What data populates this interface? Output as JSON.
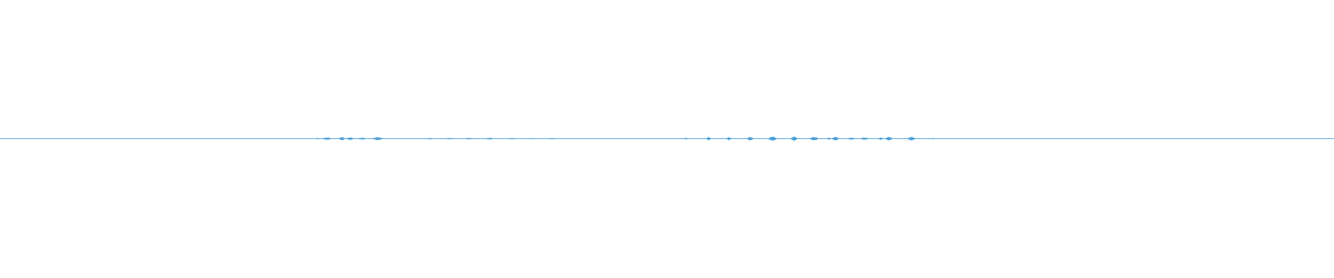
{
  "waveform": {
    "color": "#4a9fd8",
    "background": "#ffffff",
    "baseline_amplitude": 0.04,
    "bursts": [
      {
        "t": 0.03,
        "amp": 0.5,
        "spread": 0.004
      },
      {
        "t": 0.145,
        "amp": 0.4,
        "spread": 0.003
      },
      {
        "t": 0.16,
        "amp": 0.5,
        "spread": 0.0035
      },
      {
        "t": 0.176,
        "amp": 0.6,
        "spread": 0.003
      },
      {
        "t": 0.185,
        "amp": 0.4,
        "spread": 0.003
      },
      {
        "t": 0.205,
        "amp": 0.6,
        "spread": 0.003
      },
      {
        "t": 0.223,
        "amp": 0.6,
        "spread": 0.002
      },
      {
        "t": 0.238,
        "amp": 1.1,
        "spread": 0.0015
      },
      {
        "t": 0.245,
        "amp": 1.9,
        "spread": 0.003
      },
      {
        "t": 0.256,
        "amp": 2.5,
        "spread": 0.002
      },
      {
        "t": 0.262,
        "amp": 1.9,
        "spread": 0.0025
      },
      {
        "t": 0.271,
        "amp": 1.6,
        "spread": 0.003
      },
      {
        "t": 0.283,
        "amp": 2.8,
        "spread": 0.003
      },
      {
        "t": 0.322,
        "amp": 0.9,
        "spread": 0.003
      },
      {
        "t": 0.337,
        "amp": 1.1,
        "spread": 0.0035
      },
      {
        "t": 0.351,
        "amp": 1.2,
        "spread": 0.0035
      },
      {
        "t": 0.367,
        "amp": 1.2,
        "spread": 0.0035
      },
      {
        "t": 0.383,
        "amp": 1.1,
        "spread": 0.0035
      },
      {
        "t": 0.398,
        "amp": 0.9,
        "spread": 0.0025
      },
      {
        "t": 0.414,
        "amp": 0.9,
        "spread": 0.003
      },
      {
        "t": 0.438,
        "amp": 0.5,
        "spread": 0.008
      },
      {
        "t": 0.457,
        "amp": 0.5,
        "spread": 0.004
      },
      {
        "t": 0.484,
        "amp": 0.4,
        "spread": 0.002
      },
      {
        "t": 0.514,
        "amp": 1.2,
        "spread": 0.0015
      },
      {
        "t": 0.531,
        "amp": 2.6,
        "spread": 0.0015
      },
      {
        "t": 0.546,
        "amp": 2.3,
        "spread": 0.0015
      },
      {
        "t": 0.562,
        "amp": 2.8,
        "spread": 0.002
      },
      {
        "t": 0.579,
        "amp": 3.5,
        "spread": 0.0025
      },
      {
        "t": 0.595,
        "amp": 3.2,
        "spread": 0.002
      },
      {
        "t": 0.61,
        "amp": 3.0,
        "spread": 0.0025
      },
      {
        "t": 0.621,
        "amp": 1.5,
        "spread": 0.0015
      },
      {
        "t": 0.626,
        "amp": 3.6,
        "spread": 0.002
      },
      {
        "t": 0.638,
        "amp": 1.4,
        "spread": 0.003
      },
      {
        "t": 0.648,
        "amp": 2.0,
        "spread": 0.0025
      },
      {
        "t": 0.66,
        "amp": 1.6,
        "spread": 0.002
      },
      {
        "t": 0.666,
        "amp": 3.2,
        "spread": 0.002
      },
      {
        "t": 0.683,
        "amp": 3.0,
        "spread": 0.0025
      },
      {
        "t": 0.699,
        "amp": 0.8,
        "spread": 0.002
      },
      {
        "t": 0.785,
        "amp": 0.35,
        "spread": 0.015
      },
      {
        "t": 0.925,
        "amp": 0.35,
        "spread": 0.008
      }
    ]
  }
}
